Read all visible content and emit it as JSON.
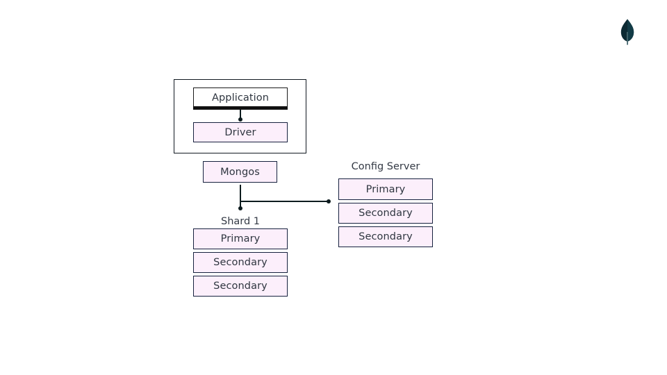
{
  "diagram": {
    "title_present": false,
    "background_color": "#ffffff",
    "accent_fill": "#fceffb",
    "border_color": "#16213e",
    "text_color": "#2f3640",
    "logo": {
      "name": "mongodb-leaf-logo",
      "color": "#0c2a33"
    },
    "client_group": {
      "application": {
        "label": "Application",
        "fill": "#ffffff"
      },
      "driver": {
        "label": "Driver",
        "fill": "#fceffb"
      }
    },
    "router": {
      "label": "Mongos",
      "fill": "#fceffb"
    },
    "shard": {
      "caption": "Shard 1",
      "members": [
        {
          "label": "Primary"
        },
        {
          "label": "Secondary"
        },
        {
          "label": "Secondary"
        }
      ]
    },
    "config_server": {
      "caption": "Config Server",
      "members": [
        {
          "label": "Primary"
        },
        {
          "label": "Secondary"
        },
        {
          "label": "Secondary"
        }
      ]
    }
  }
}
